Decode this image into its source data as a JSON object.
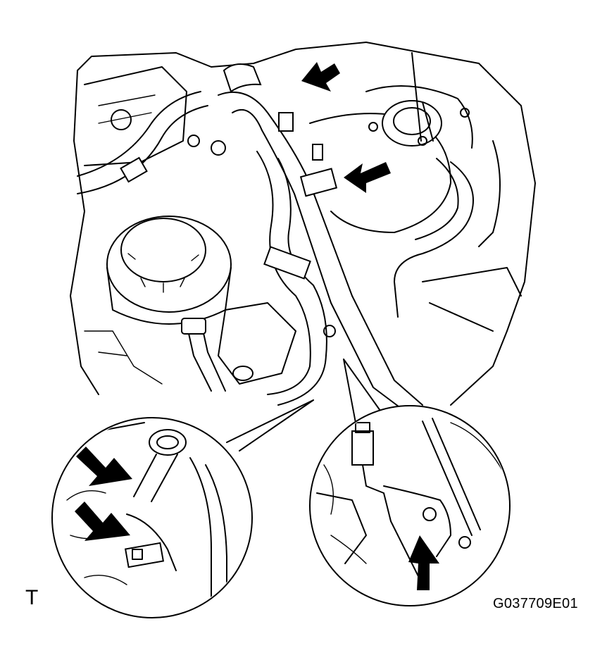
{
  "diagram": {
    "corner_mark": "T",
    "figure_id": "G037709E01",
    "colors": {
      "line": "#000000",
      "background": "#ffffff"
    },
    "callouts": [
      {
        "name": "arrow-top-connector",
        "icon": "arrow-icon"
      },
      {
        "name": "arrow-right-clamp",
        "icon": "arrow-icon"
      },
      {
        "name": "arrow-left-detail-upper",
        "icon": "arrow-icon"
      },
      {
        "name": "arrow-left-detail-lower",
        "icon": "arrow-icon"
      },
      {
        "name": "arrow-right-detail",
        "icon": "arrow-icon"
      }
    ]
  }
}
